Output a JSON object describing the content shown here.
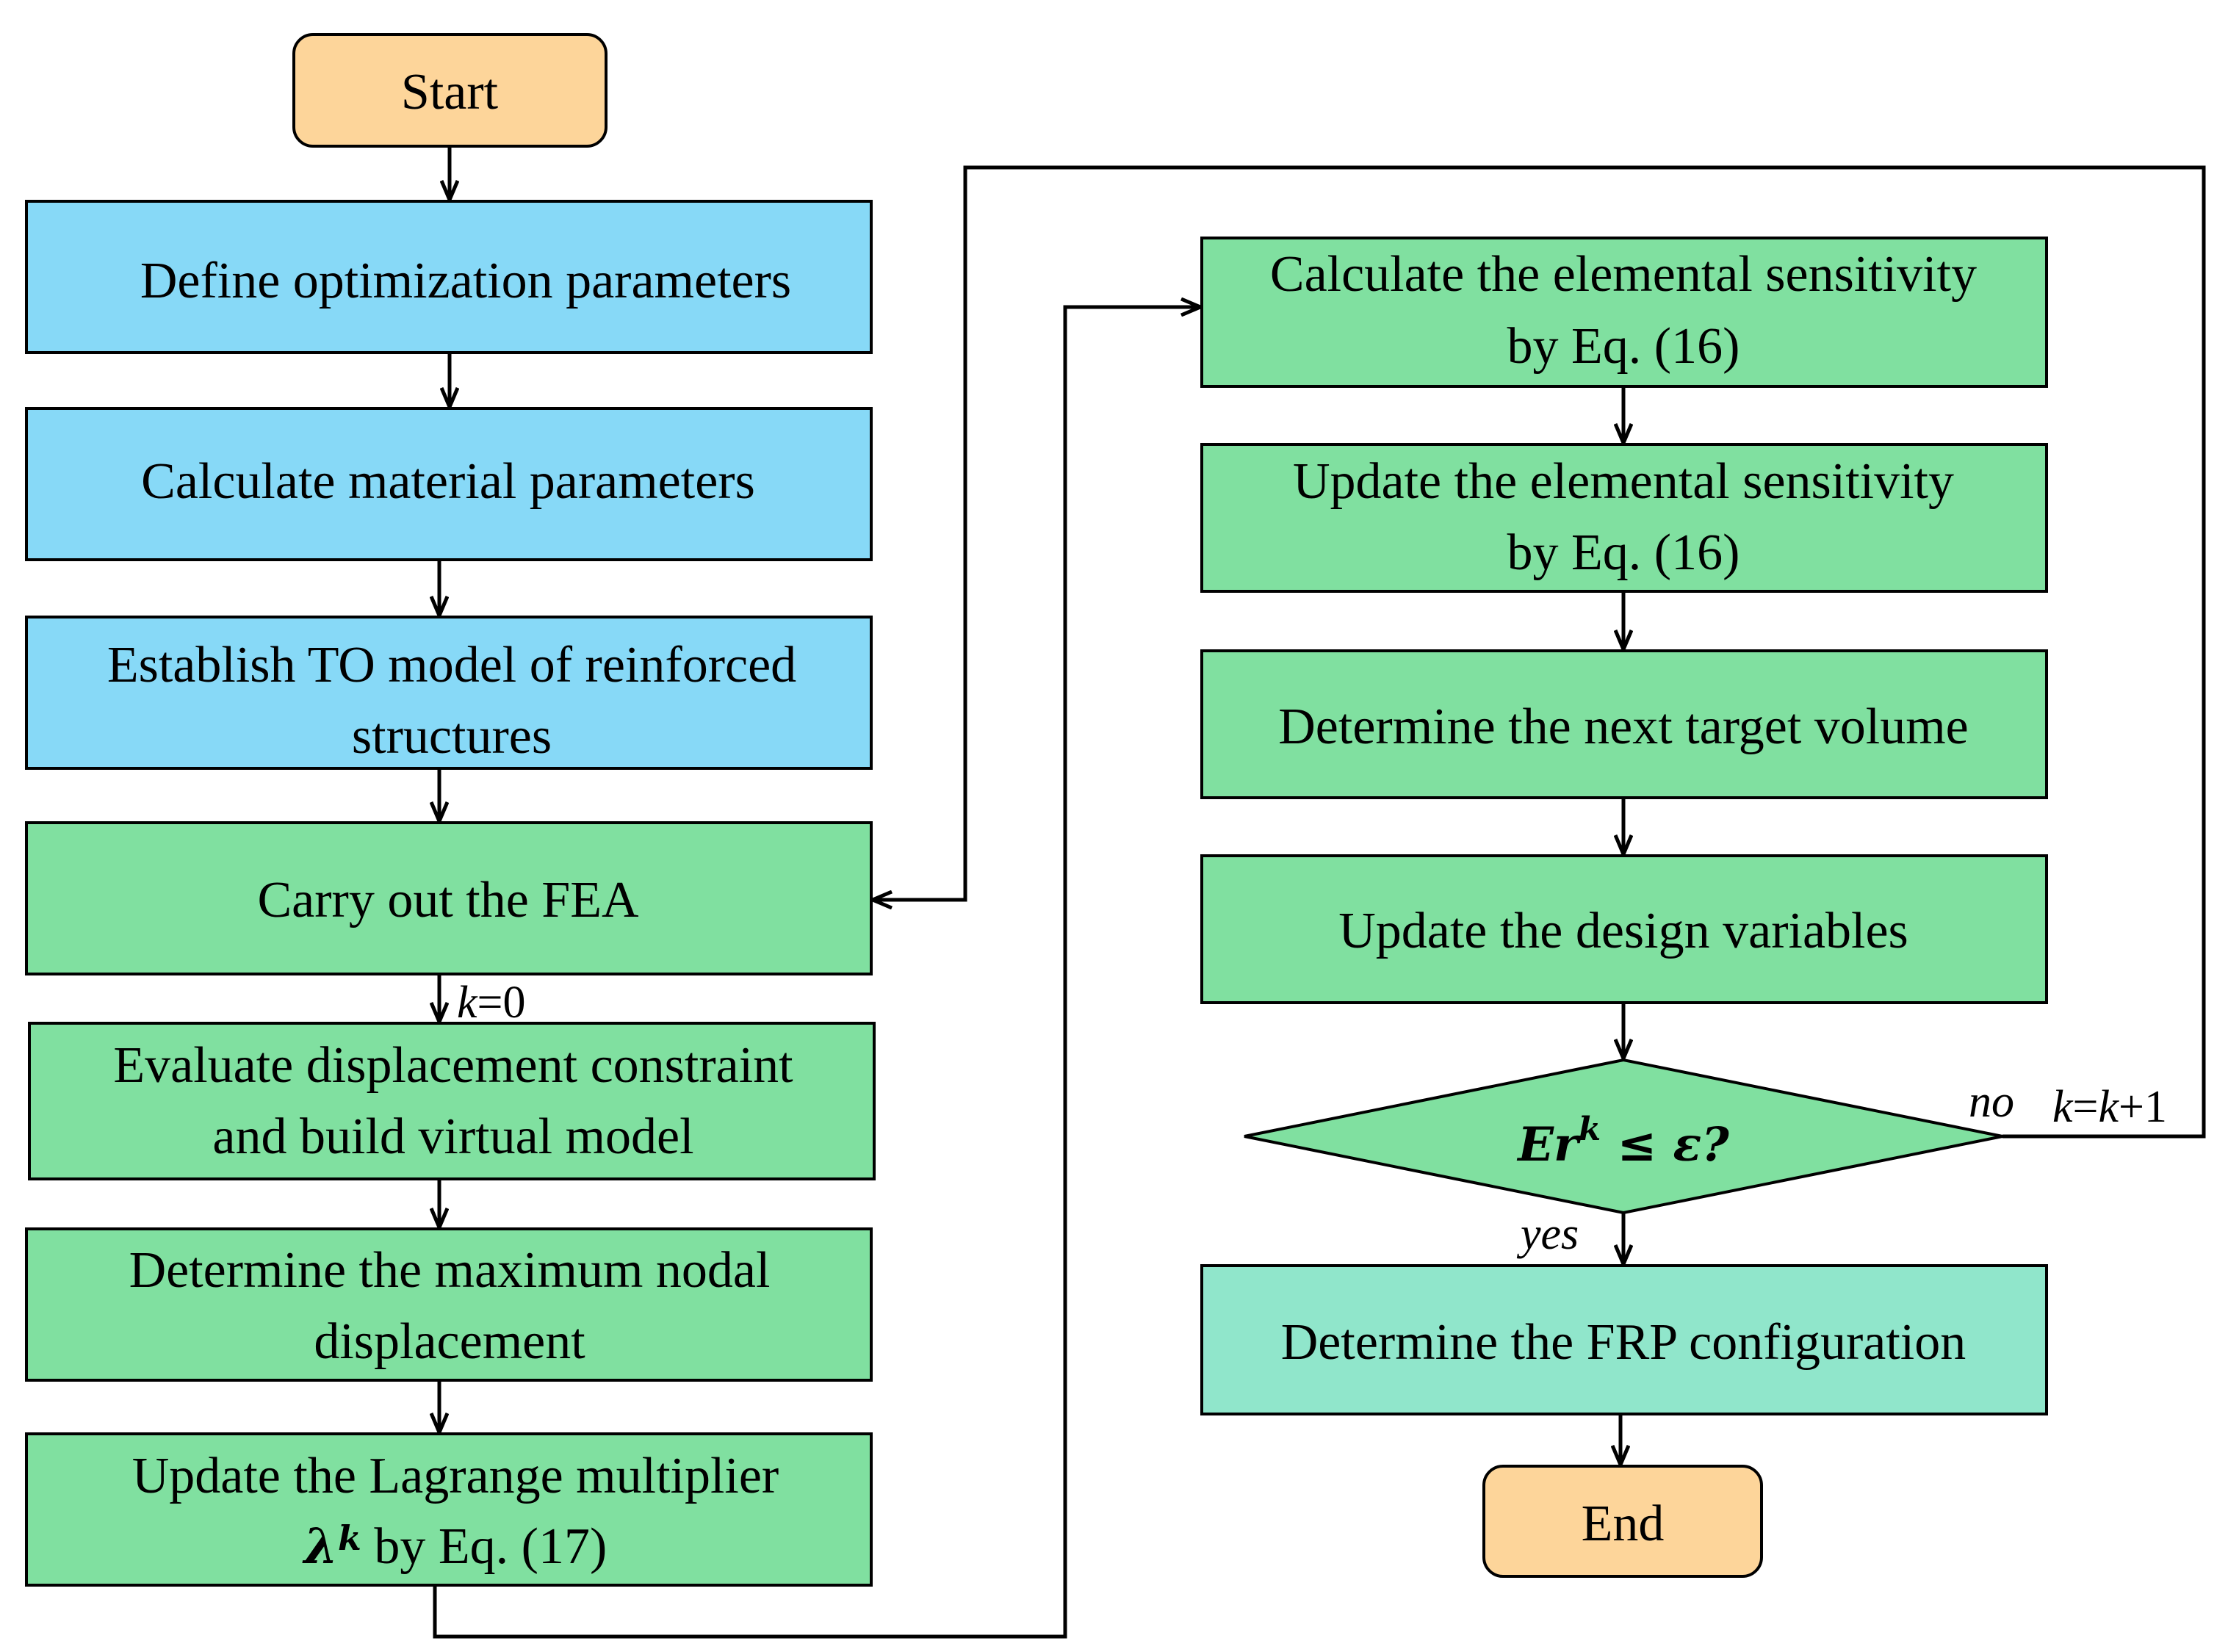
{
  "nodes": {
    "start": "Start",
    "define_params": "Define optimization parameters",
    "calc_material": "Calculate material parameters",
    "establish_model_l1": "Establish TO model of reinforced",
    "establish_model_l2": "structures",
    "carry_fea": "Carry out the FEA",
    "evaluate_l1": "Evaluate displacement constraint",
    "evaluate_l2": "and build virtual model",
    "max_disp_l1": "Determine the maximum nodal",
    "max_disp_l2": "displacement",
    "lagrange_l1": "Update the Lagrange multiplier",
    "lagrange_symbol": "λ",
    "lagrange_sup": "k",
    "lagrange_l2_rest": " by Eq. (17)",
    "calc_sens_l1": "Calculate the elemental sensitivity",
    "calc_sens_l2": "by Eq. (16)",
    "update_sens_l1": "Update the elemental sensitivity",
    "update_sens_l2": "by Eq. (16)",
    "next_volume": "Determine the next target volume",
    "update_vars": "Update the design variables",
    "decision_base": "Er",
    "decision_sup": "k",
    "decision_rest": " ≤ ε?",
    "frp_config": "Determine the FRP configuration",
    "end": "End"
  },
  "labels": {
    "k_init_var": "k",
    "k_init_rest": "=0",
    "no": "no",
    "k_incr_var1": "k",
    "k_incr_eq": "=",
    "k_incr_var2": "k",
    "k_incr_rest": "+1",
    "yes": "yes"
  },
  "colors": {
    "terminal": "#fdd59a",
    "input_blue": "#87d9f7",
    "process_green": "#80e0a0",
    "output_teal": "#90e6cb",
    "stroke": "#000000"
  }
}
